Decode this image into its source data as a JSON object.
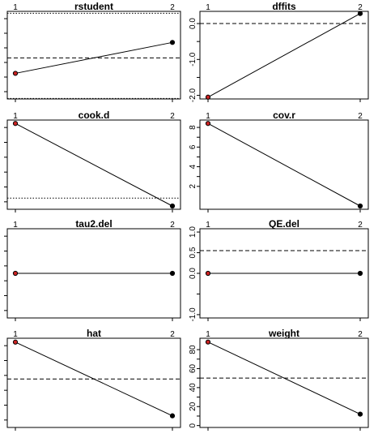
{
  "chart_data": [
    {
      "type": "line",
      "title": "rstudent",
      "x": [
        1,
        2
      ],
      "xticks": [
        "1",
        "2"
      ],
      "values": [
        -1.13,
        1.13
      ],
      "point_colors": [
        "#cc2222",
        "#000000"
      ],
      "ylim": [
        -3.0,
        3.4
      ],
      "yticks": [],
      "ref_lines": [
        {
          "y": 0,
          "style": "dashed"
        },
        {
          "y": 3.26,
          "style": "dotted"
        },
        {
          "y": -2.96,
          "style": "dotted"
        }
      ]
    },
    {
      "type": "line",
      "title": "dffits",
      "x": [
        1,
        2
      ],
      "xticks": [
        "1",
        "2"
      ],
      "values": [
        -2.05,
        0.28
      ],
      "point_colors": [
        "#cc2222",
        "#000000"
      ],
      "ylim": [
        -2.1,
        0.34
      ],
      "yticks": [
        -2.0,
        -1.0,
        0.0
      ],
      "ytick_labels": [
        "-2.0",
        "-1.0",
        "0.0"
      ],
      "minor_yticks": [
        -1.5,
        -0.5
      ],
      "ref_lines": [
        {
          "y": 0,
          "style": "dashed"
        }
      ]
    },
    {
      "type": "line",
      "title": "cook.d",
      "x": [
        1,
        2
      ],
      "xticks": [
        "1",
        "2"
      ],
      "values": [
        8.4,
        0.0
      ],
      "point_colors": [
        "#cc2222",
        "#000000"
      ],
      "ylim": [
        -0.33,
        8.75
      ],
      "yticks": [],
      "ref_lines": [
        {
          "y": 0.8,
          "style": "dotted"
        }
      ]
    },
    {
      "type": "line",
      "title": "cov.r",
      "x": [
        1,
        2
      ],
      "xticks": [
        "1",
        "2"
      ],
      "values": [
        8.4,
        0.0
      ],
      "point_colors": [
        "#cc2222",
        "#000000"
      ],
      "ylim": [
        -0.33,
        8.75
      ],
      "yticks": [
        2,
        4,
        6,
        8
      ],
      "ytick_labels": [
        "2",
        "4",
        "6",
        "8"
      ],
      "minor_yticks": [
        3,
        5,
        7
      ],
      "ref_lines": []
    },
    {
      "type": "line",
      "title": "tau2.del",
      "x": [
        1,
        2
      ],
      "xticks": [
        "1",
        "2"
      ],
      "values": [
        0.0,
        0.0
      ],
      "point_colors": [
        "#cc2222",
        "#000000"
      ],
      "ylim": [
        -1.08,
        1.08
      ],
      "yticks": [],
      "ref_lines": []
    },
    {
      "type": "line",
      "title": "QE.del",
      "x": [
        1,
        2
      ],
      "xticks": [
        "1",
        "2"
      ],
      "values": [
        0.0,
        0.0
      ],
      "point_colors": [
        "#cc2222",
        "#000000"
      ],
      "ylim": [
        -1.08,
        1.08
      ],
      "yticks": [
        -1.0,
        0.0,
        0.5,
        1.0
      ],
      "ytick_labels": [
        "-1.0",
        "0.0",
        "0.5",
        "1.0"
      ],
      "minor_yticks": [
        -0.5
      ],
      "ref_lines": [
        {
          "y": 0.55,
          "style": "dashed"
        }
      ]
    },
    {
      "type": "line",
      "title": "hat",
      "x": [
        1,
        2
      ],
      "xticks": [
        "1",
        "2"
      ],
      "values": [
        0.88,
        0.12
      ],
      "point_colors": [
        "#cc2222",
        "#000000"
      ],
      "ylim": [
        0.0,
        0.92
      ],
      "yticks": [],
      "ref_lines": [
        {
          "y": 0.5,
          "style": "dashed"
        }
      ]
    },
    {
      "type": "line",
      "title": "weight",
      "x": [
        1,
        2
      ],
      "xticks": [
        "1",
        "2"
      ],
      "values": [
        88,
        12
      ],
      "point_colors": [
        "#cc2222",
        "#000000"
      ],
      "ylim": [
        -2,
        92
      ],
      "yticks": [
        0,
        20,
        40,
        60,
        80
      ],
      "ytick_labels": [
        "0",
        "20",
        "40",
        "60",
        "80"
      ],
      "minor_yticks": [
        10,
        30,
        50,
        70
      ],
      "ref_lines": [
        {
          "y": 50,
          "style": "dashed"
        }
      ]
    }
  ]
}
